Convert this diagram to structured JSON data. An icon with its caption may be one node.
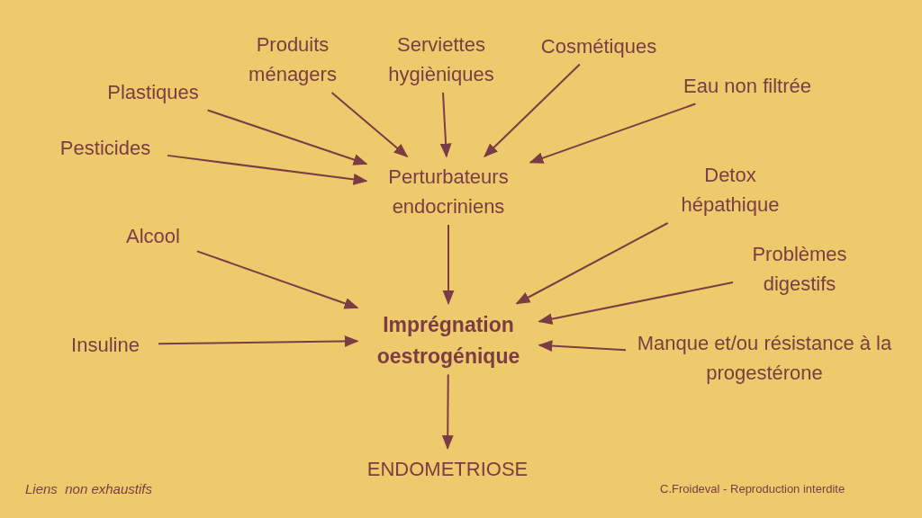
{
  "diagram": {
    "nodes": [
      {
        "text": [
          "Produits ménagers"
        ]
      },
      {
        "text": [
          "Serviettes hygièniques"
        ]
      },
      {
        "text": [
          "Cosmétiques"
        ]
      },
      {
        "text": [
          "Plastiques"
        ]
      },
      {
        "text": [
          "Eau non filtrée"
        ]
      },
      {
        "text": [
          "Pesticides"
        ]
      },
      {
        "text": [
          "Perturbateurs endocriniens"
        ]
      },
      {
        "text": [
          "Detox hépathique"
        ]
      },
      {
        "text": [
          "Alcool"
        ]
      },
      {
        "text": [
          "Problèmes digestifs"
        ]
      },
      {
        "text": [
          "Imprégnation oestrogénique"
        ]
      },
      {
        "text": [
          "Insuline"
        ]
      },
      {
        "text": [
          "Manque et/ou résistance à la progestérone"
        ]
      },
      {
        "text": [
          "ENDOMETRIOSE"
        ]
      }
    ],
    "edges": [
      {
        "from": 0,
        "to": 6,
        "arrow": "to"
      },
      {
        "from": 1,
        "to": 6,
        "arrow": "to"
      },
      {
        "from": 2,
        "to": 6,
        "arrow": "to"
      },
      {
        "from": 3,
        "to": 6,
        "arrow": "to"
      },
      {
        "from": 4,
        "to": 6,
        "arrow": "to"
      },
      {
        "from": 5,
        "to": 6,
        "arrow": "to"
      },
      {
        "from": 6,
        "to": 10,
        "arrow": "to"
      },
      {
        "from": 7,
        "to": 10,
        "arrow": "to"
      },
      {
        "from": 8,
        "to": 10,
        "arrow": "to"
      },
      {
        "from": 9,
        "to": 10,
        "arrow": "to"
      },
      {
        "from": 11,
        "to": 10,
        "arrow": "to"
      },
      {
        "from": 12,
        "to": 10,
        "arrow": "to"
      },
      {
        "from": 10,
        "to": 13,
        "arrow": "to"
      }
    ],
    "labels": [
      "Liens  non exhaustifs",
      "C.Froideval - Reproduction interdite"
    ]
  }
}
